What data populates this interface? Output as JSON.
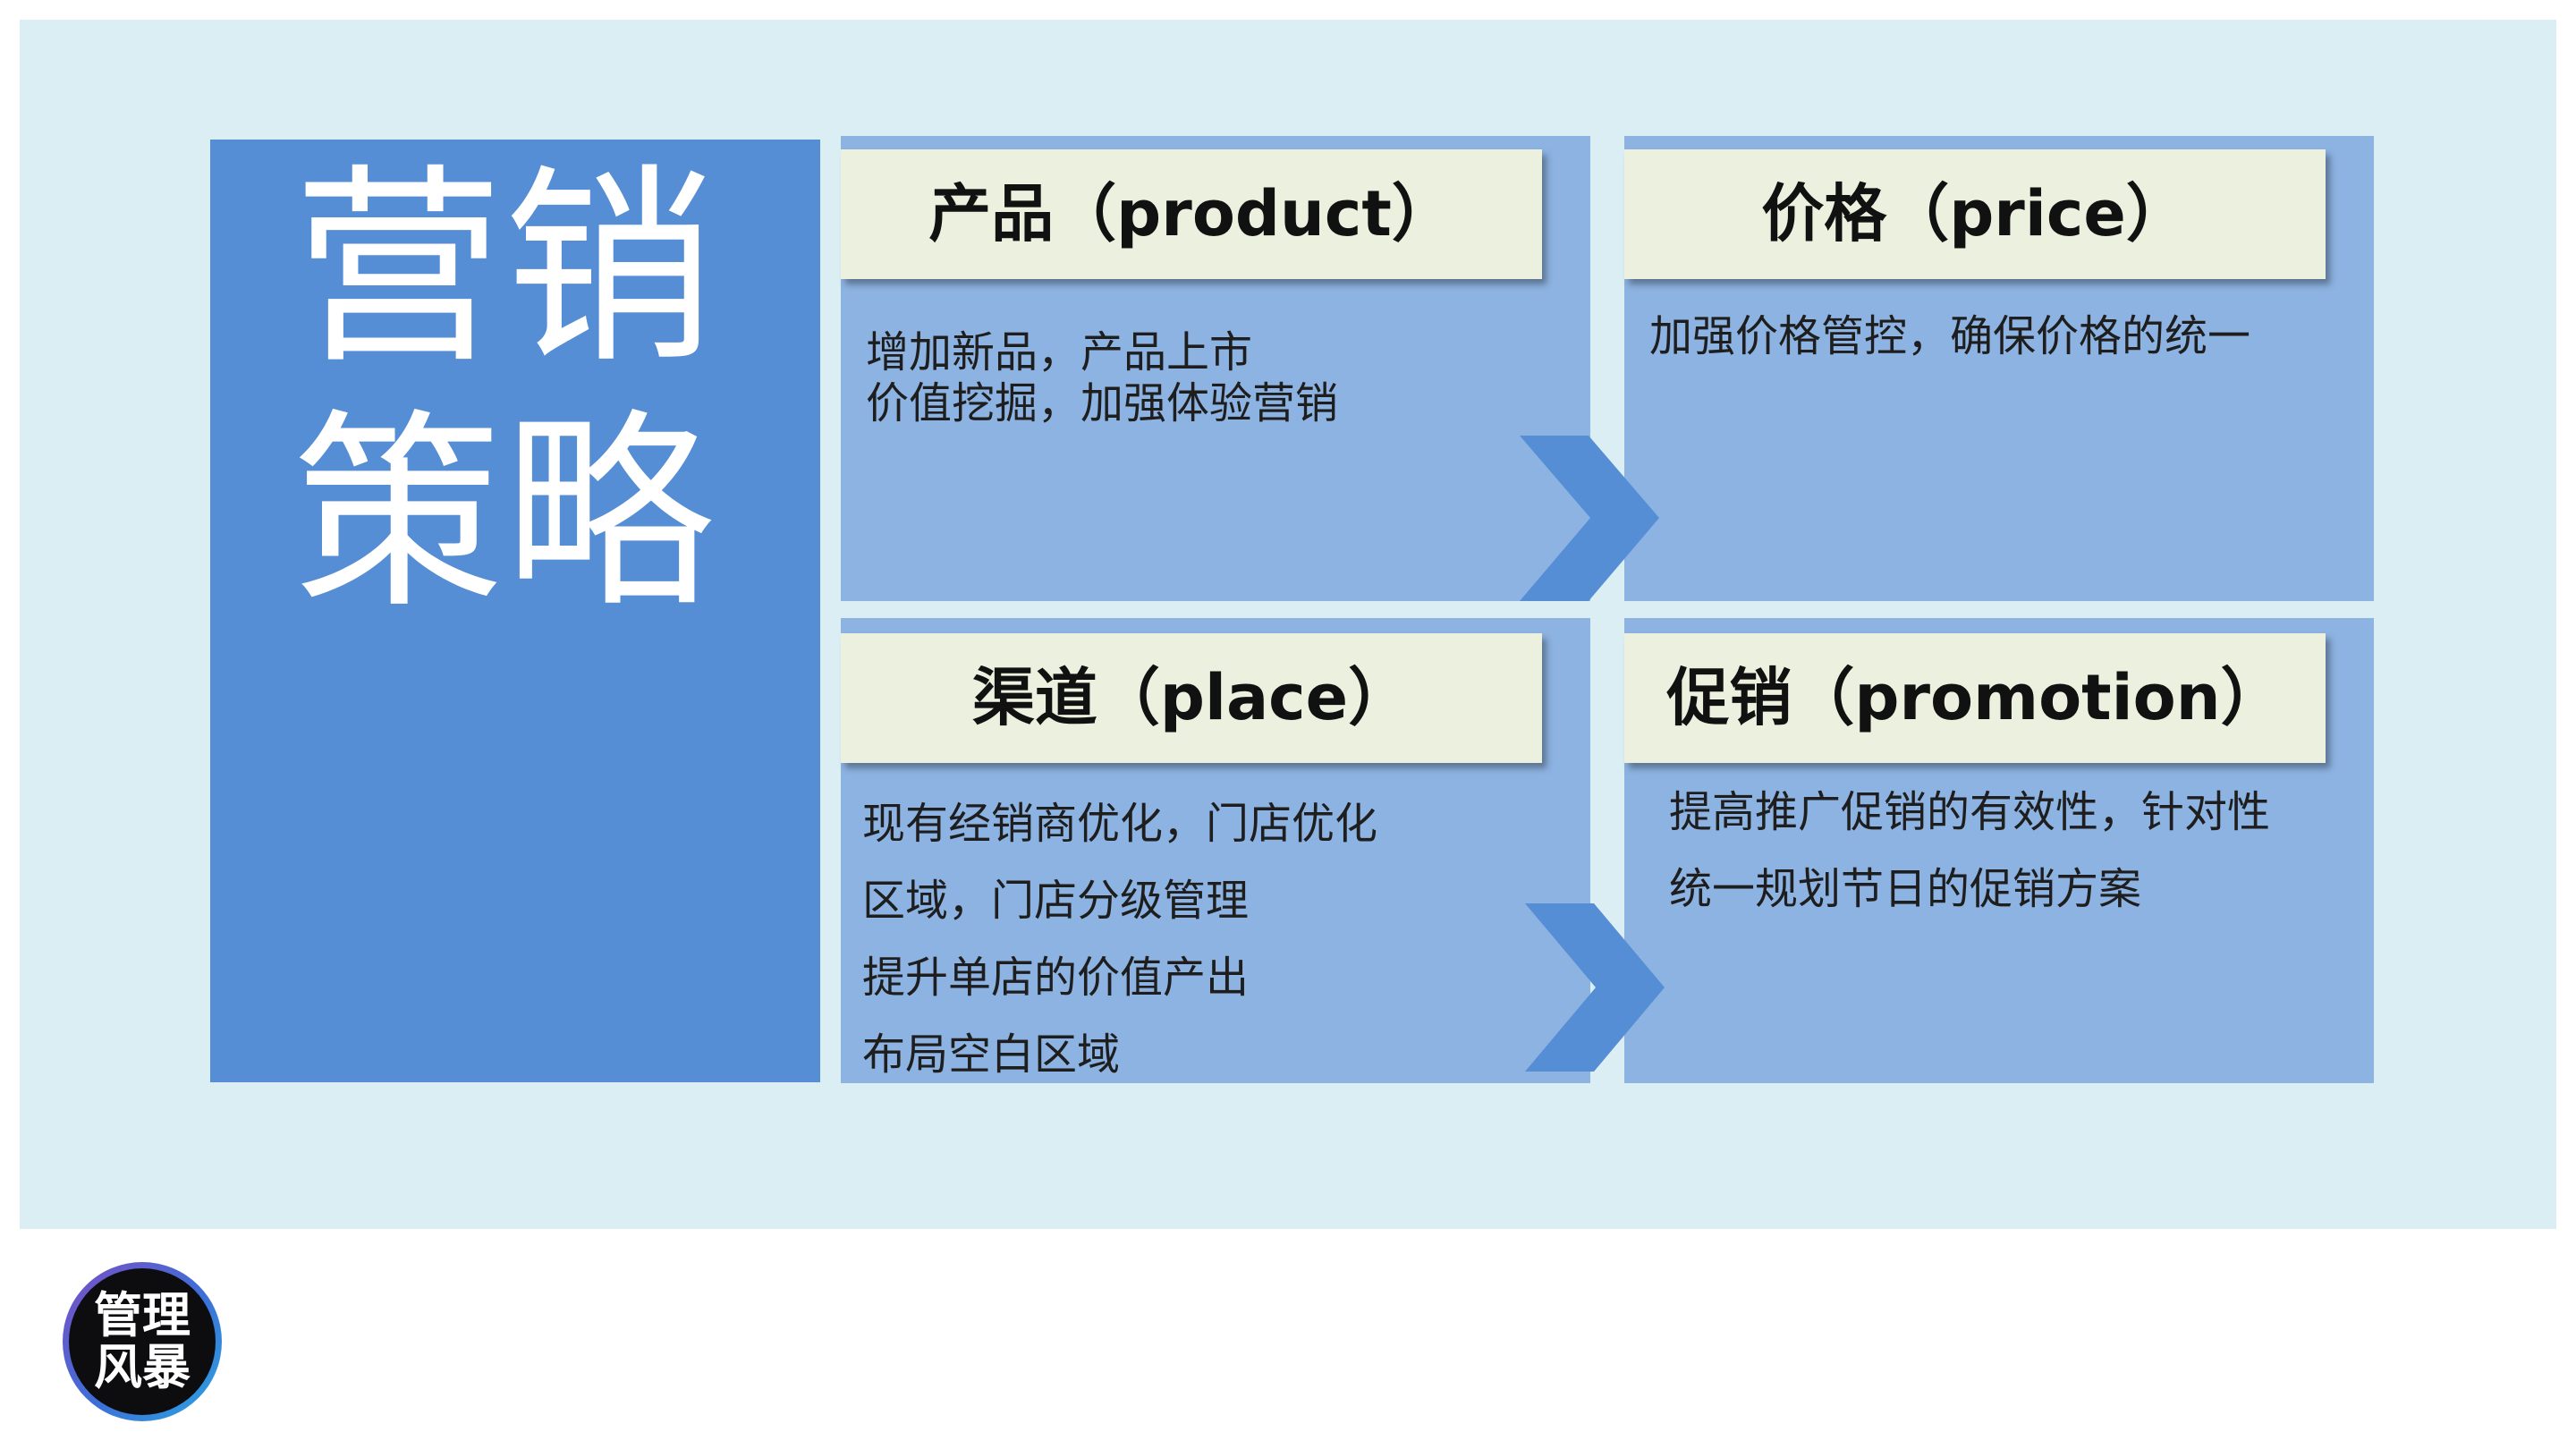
{
  "title": {
    "line1": "营销",
    "line2": "策略"
  },
  "quadrants": [
    {
      "heading": "产品（product）",
      "lines": [
        "增加新品，产品上市",
        "价值挖掘，加强体验营销"
      ]
    },
    {
      "heading": "价格（price）",
      "lines": [
        "加强价格管控，确保价格的统一"
      ]
    },
    {
      "heading": "渠道（place）",
      "lines": [
        "现有经销商优化，门店优化",
        "区域，门店分级管理",
        "提升单店的价值产出",
        "布局空白区域"
      ]
    },
    {
      "heading": "促销（promotion）",
      "lines": [
        "提高推广促销的有效性，针对性",
        "统一规划节日的促销方案"
      ]
    }
  ],
  "logo": {
    "line1": "管理",
    "line2": "风暴"
  },
  "icons": [
    "chevron-right-icon",
    "chevron-right-icon"
  ],
  "colors": {
    "background": "#dbeef4",
    "title_panel": "#558ed5",
    "quadrant_panel": "#8db3e2",
    "header_box": "#ebf1de",
    "chevron": "#558ed5"
  }
}
